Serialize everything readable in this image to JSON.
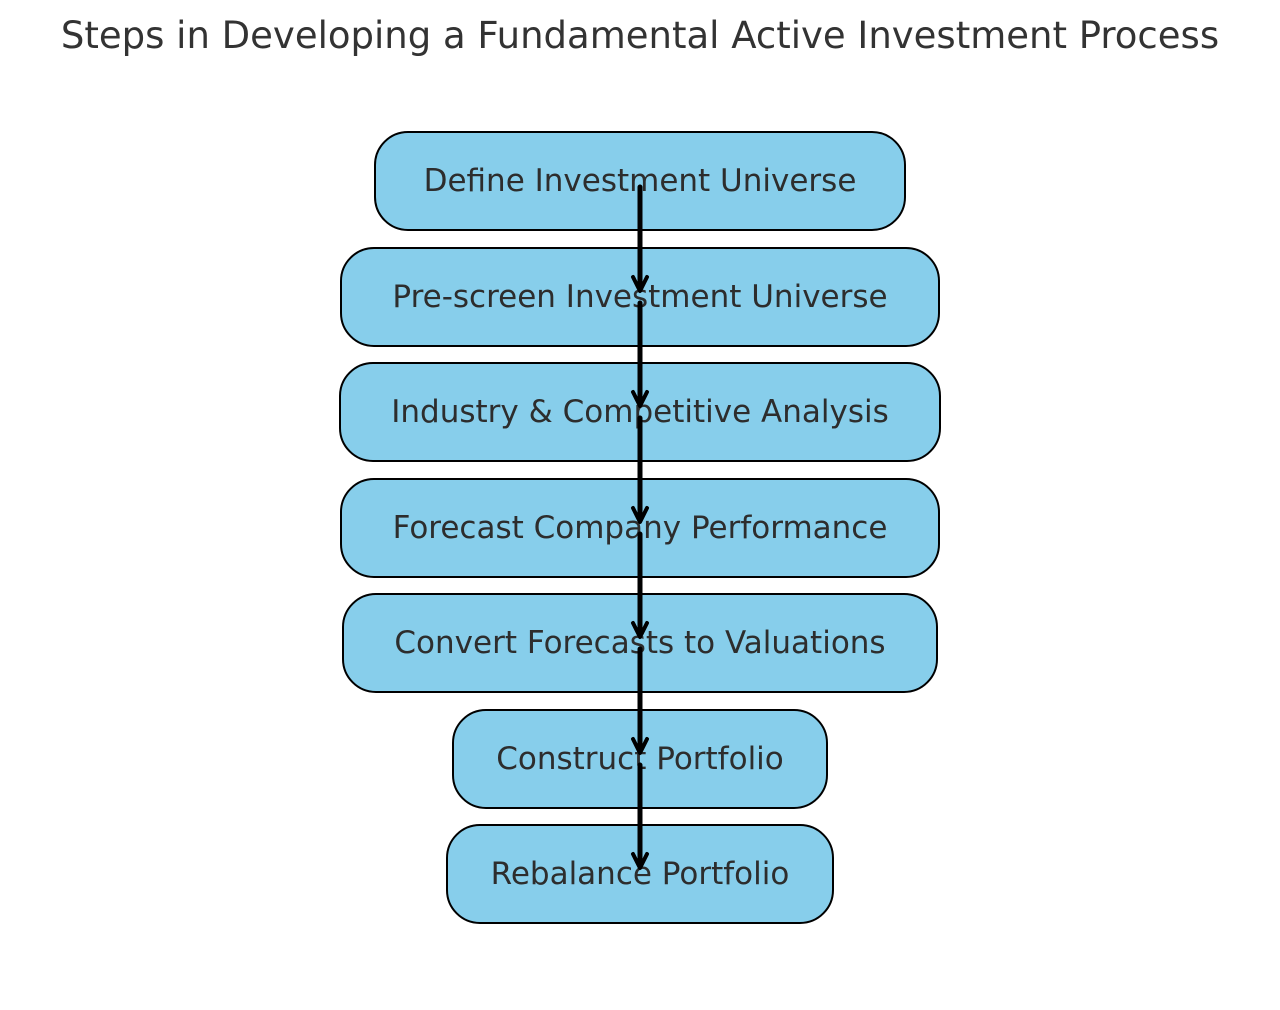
{
  "title": "Steps in Developing a Fundamental Active Investment Process",
  "colors": {
    "box_fill": "#87ceeb",
    "box_border": "#000000",
    "arrow": "#000000",
    "text": "#2d2d2d"
  },
  "steps": [
    {
      "label": "Define Investment Universe"
    },
    {
      "label": "Pre-screen Investment Universe"
    },
    {
      "label": "Industry & Competitive Analysis"
    },
    {
      "label": "Forecast Company Performance"
    },
    {
      "label": "Convert Forecasts to Valuations"
    },
    {
      "label": "Construct Portfolio"
    },
    {
      "label": "Rebalance Portfolio"
    }
  ],
  "connectors": [
    {
      "from": 0,
      "to": 1
    },
    {
      "from": 1,
      "to": 2
    },
    {
      "from": 2,
      "to": 3
    },
    {
      "from": 3,
      "to": 4
    },
    {
      "from": 4,
      "to": 5
    },
    {
      "from": 5,
      "to": 6
    }
  ]
}
